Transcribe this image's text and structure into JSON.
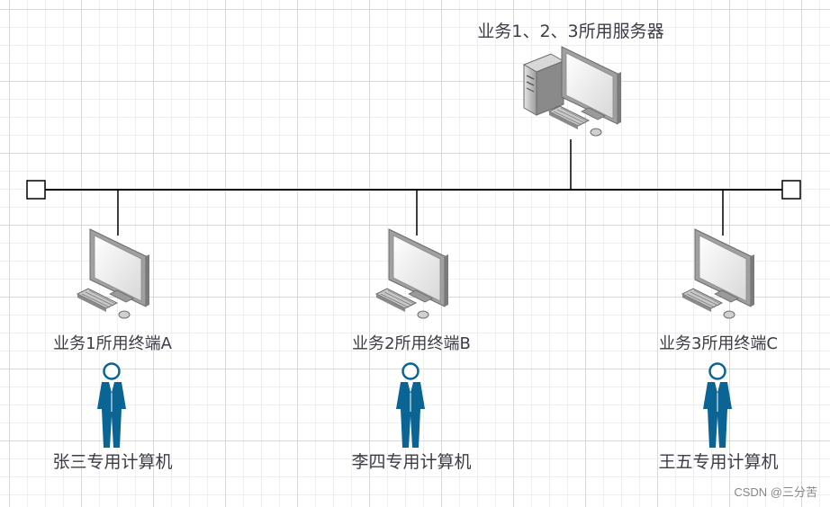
{
  "server": {
    "label": "业务1、2、3所用服务器"
  },
  "terminals": [
    {
      "label": "业务1所用终端A",
      "user": "张三专用计算机"
    },
    {
      "label": "业务2所用终端B",
      "user": "李四专用计算机"
    },
    {
      "label": "业务3所用终端C",
      "user": "王五专用计算机"
    }
  ],
  "watermark": "CSDN @三分苦",
  "colors": {
    "line": "#000000",
    "person": "#0a6494",
    "monitor": "#9a9a9a",
    "text": "#3c3c46"
  },
  "icons": [
    "server-icon",
    "monitor-icon",
    "keyboard-icon",
    "mouse-icon",
    "person-icon",
    "terminator-icon"
  ]
}
